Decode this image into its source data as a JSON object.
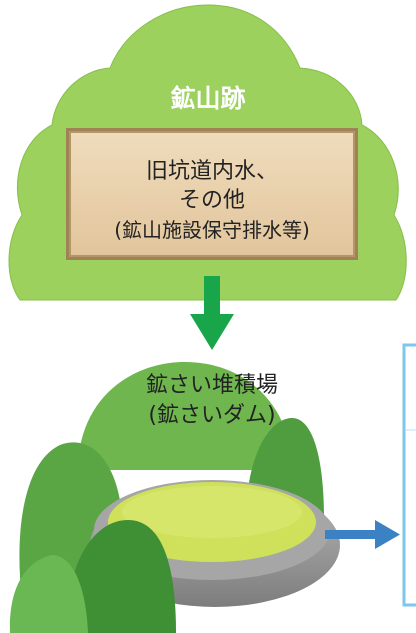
{
  "mine_site": {
    "title": "鉱山跡",
    "box_lines": [
      "旧坑道内水、",
      "その他",
      "(鉱山施設保守排水等)"
    ]
  },
  "tailings": {
    "label_lines": [
      "鉱さい堆積場",
      "(鉱さいダム)"
    ]
  },
  "colors": {
    "cloud_green": "#9bd15c",
    "box_fill": "#e8cfa9",
    "box_border": "#b49766",
    "arrow_green": "#19a64a",
    "arrow_blue": "#3b82c4",
    "hill_dark": "#4f9d3e",
    "hill_mid": "#6fb64f",
    "tailings_fill": "#cfe05a",
    "basin_gray": "#9a9a9a",
    "side_panel_border": "#7cc7ee"
  }
}
